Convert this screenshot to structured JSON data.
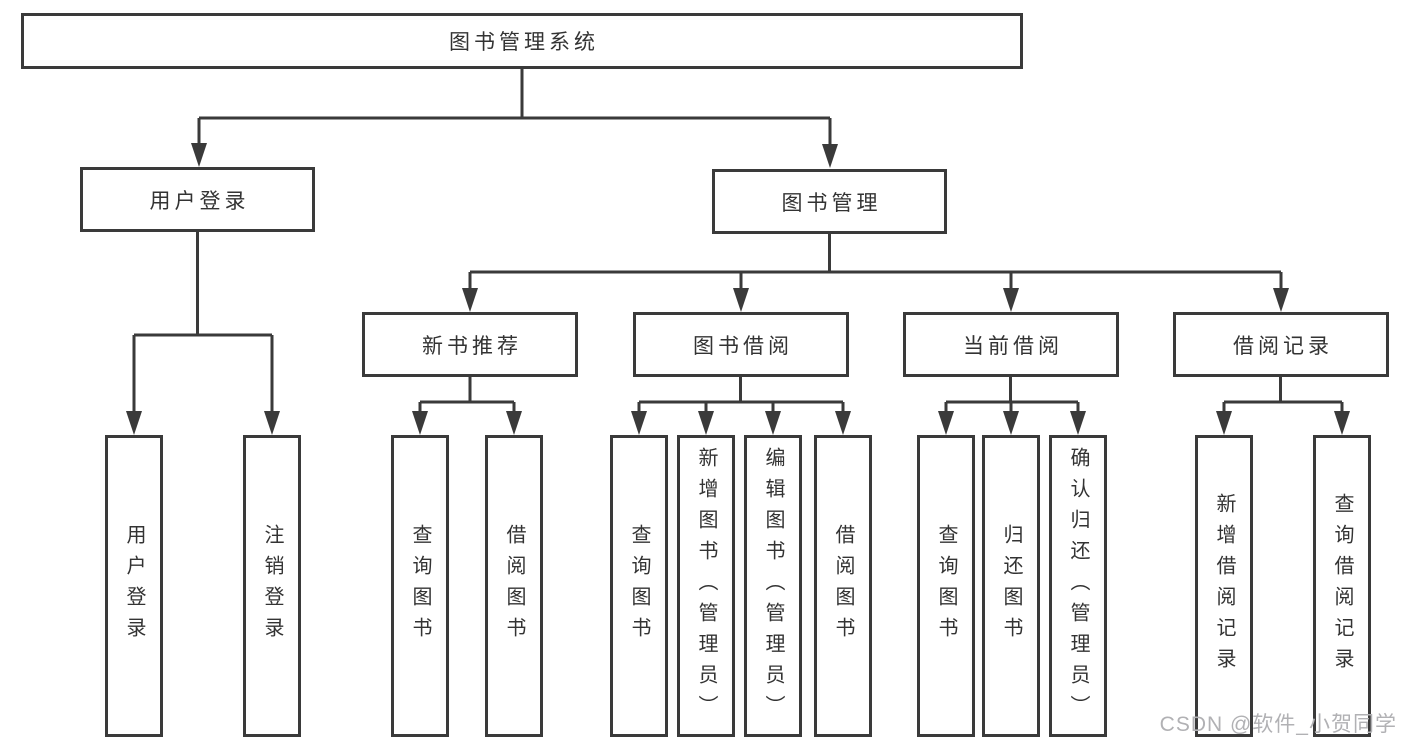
{
  "colors": {
    "line": "#3a3a3a",
    "box_border": "#3a3a3a",
    "text": "#333333",
    "watermark": "#b1b1b4",
    "background": "#ffffff"
  },
  "watermark": {
    "text": "CSDN @软件_小贺同学"
  },
  "tree": {
    "root": {
      "label": "图书管理系统",
      "children": [
        {
          "label": "用户登录",
          "children": [
            {
              "label": "用户登录"
            },
            {
              "label": "注销登录"
            }
          ]
        },
        {
          "label": "图书管理",
          "children": [
            {
              "label": "新书推荐",
              "children": [
                {
                  "label": "查询图书"
                },
                {
                  "label": "借阅图书"
                }
              ]
            },
            {
              "label": "图书借阅",
              "children": [
                {
                  "label": "查询图书"
                },
                {
                  "label": "新增图书（管理员）"
                },
                {
                  "label": "编辑图书（管理员）"
                },
                {
                  "label": "借阅图书"
                }
              ]
            },
            {
              "label": "当前借阅",
              "children": [
                {
                  "label": "查询图书"
                },
                {
                  "label": "归还图书"
                },
                {
                  "label": "确认归还（管理员）"
                }
              ]
            },
            {
              "label": "借阅记录",
              "children": [
                {
                  "label": "新增借阅记录"
                },
                {
                  "label": "查询借阅记录"
                }
              ]
            }
          ]
        }
      ]
    }
  }
}
